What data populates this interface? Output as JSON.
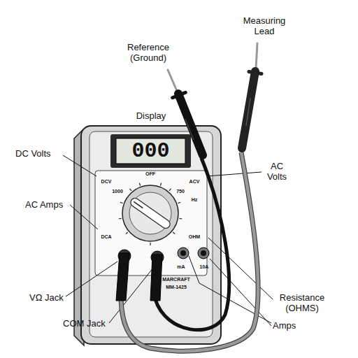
{
  "diagram": {
    "labels": [
      "Measuring Lead",
      "Reference (Ground)",
      "Display",
      "DC Volts",
      "AC Volts",
      "AC Amps",
      "VΩ Jack",
      "COM Jack",
      "Resistance (OHMS)",
      "Amps",
      "000",
      "DCV",
      "OFF",
      "ACV",
      "1000",
      "750",
      "Hz",
      "DCA",
      "OHM",
      "mA",
      "10A",
      "MARCRAFT",
      "MM-1425"
    ]
  }
}
